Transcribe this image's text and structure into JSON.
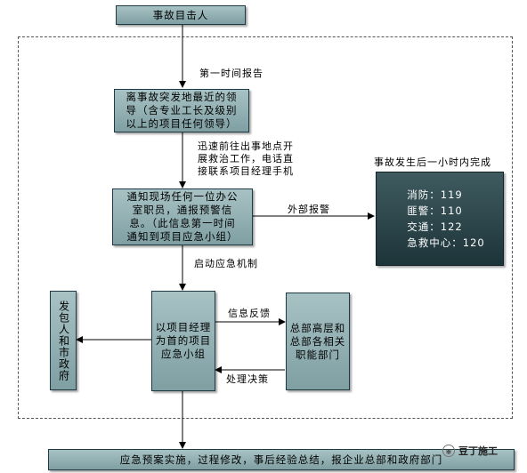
{
  "nodes": {
    "witness": "事故目击人",
    "leader": "离事故突发地最近的领\n导（含专业工长及级别\n以上的项目任何领导）",
    "notify": "通知现场任何一位办公\n室职员，通报预警信\n息。（此信息第一时间\n通知到项目应急小组）",
    "external": "消防：119\n匪警：110\n交通：122\n急救中心：120",
    "gov": "发包人和市政府",
    "group": "以项目经理\n为首的项目\n应急小组",
    "hq": "总部高层和\n总部各相关\n职能部门",
    "final": "应急预案实施，过程修改，事后经验总结，报企业总部和政府部门"
  },
  "labels": {
    "first_report": "第一时间报告",
    "rush": "迅速前往出事地点开\n展救治工作，电话直\n接联系项目经理手机",
    "within_hour": "事故发生后一小时内完成",
    "external_report": "外部报警",
    "start_mech": "启动应急机制",
    "feedback": "信息反馈",
    "decision": "处理决策"
  },
  "brand": {
    "name": "豆丁施工"
  }
}
